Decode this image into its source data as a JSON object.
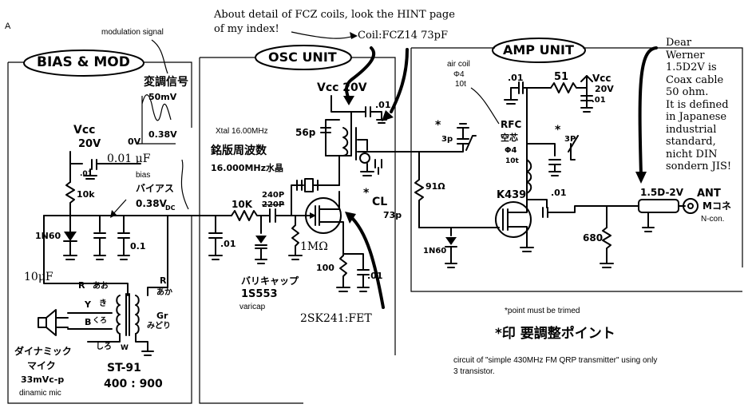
{
  "corner_letter": "A",
  "top_note": {
    "line1": "About detail of FCZ coils, look the HINT page",
    "line2": "of my index!"
  },
  "coil_label": "Coil:FCZ14  73pF",
  "modulation_signal_label": "modulation signal",
  "units": {
    "bias_mod": "BIAS & MOD",
    "osc": "OSC UNIT",
    "amp": "AMP UNIT"
  },
  "bias_mod": {
    "mod_jp": "変調信号",
    "mod_level": "50mV",
    "zero_v": "0V",
    "v038": "0.38V",
    "vcc": "Vcc",
    "vcc_volt": "20V",
    "cap_001uf": "0.01 μF",
    "cap_01": ".01",
    "res_10k": "10k",
    "bias_en": "bias",
    "bias_jp": "バイアス",
    "bias_v": "0.38V",
    "bias_dc": "DC",
    "diode": "1N60",
    "cap_01b": "0.1",
    "cap_10uf": "10μF",
    "r_left": "R",
    "r_left_jp": "あお",
    "y_label": "Y",
    "y_jp": "き",
    "b_label": "B",
    "b_jp": "くろ",
    "bottom_jp": "しろ",
    "w_label": "W",
    "r_right": "R",
    "r_right_jp": "あか",
    "gr_label": "Gr",
    "gr_jp": "みどり",
    "dyn_mic_jp1": "ダイナミック",
    "dyn_mic_jp2": "マイク",
    "mic_level": "33mVc-p",
    "mic_en": "dinamic mic",
    "transformer": "ST-91",
    "ratio": "400 : 900"
  },
  "osc": {
    "xtal": "Xtal 16.00MHz",
    "xtal_jp": "銘版周波数",
    "xtal_freq": "16.000MHz水晶",
    "vcc": "Vcc 20V",
    "cap_56p": "56p",
    "cap_01_top": ".01",
    "res_10k": "10K",
    "cap_240p": "240P",
    "cap_240p_strike": "220P",
    "cap_01": ".01",
    "varicap_jp": "バリキャップ",
    "varicap_part": "1S553",
    "varicap_en": "varicap",
    "res_1m": "1MΩ",
    "res_100": "100",
    "cap_01b": ".01",
    "cl_label": "CL",
    "cl_value": "73p",
    "star": "*",
    "fet": "2SK241:FET"
  },
  "amp": {
    "air_coil": "air coil",
    "air_coil_dia": "Φ4",
    "air_coil_turns": "10t",
    "cap_01": ".01",
    "res_51": "51",
    "vcc": "Vcc",
    "vcc_volt": "20V",
    "cap_01b": ".01",
    "star1": "*",
    "cap_3p": "3p",
    "rfc": "RFC",
    "rfc_jp": "空芯",
    "rfc_dia": "Φ4",
    "rfc_turns": "10t",
    "star2": "*",
    "cap_3p_b": "3P",
    "res_91": "91Ω",
    "diode": "1N60",
    "transistor": "K439",
    "cap_01c": ".01",
    "res_680": "680",
    "cable": "1.5D-2V",
    "ant": "ANT",
    "ant_connector_jp": "Mコネ",
    "ant_connector_en": "N-con."
  },
  "note_right": {
    "lines": [
      "Dear",
      "Werner",
      "1.5D2V is",
      "Coax cable",
      "50 ohm.",
      "It is defined",
      "in Japanese",
      "industrial",
      "standard,",
      "nicht DIN",
      "sondern JIS!"
    ]
  },
  "footnote_en": "*point must be trimed",
  "footnote_jp": "*印 要調整ポイント",
  "caption": {
    "line1": "circuit of  \"simple 430MHz FM QRP transmitter\" using only",
    "line2": "3 transistor."
  }
}
